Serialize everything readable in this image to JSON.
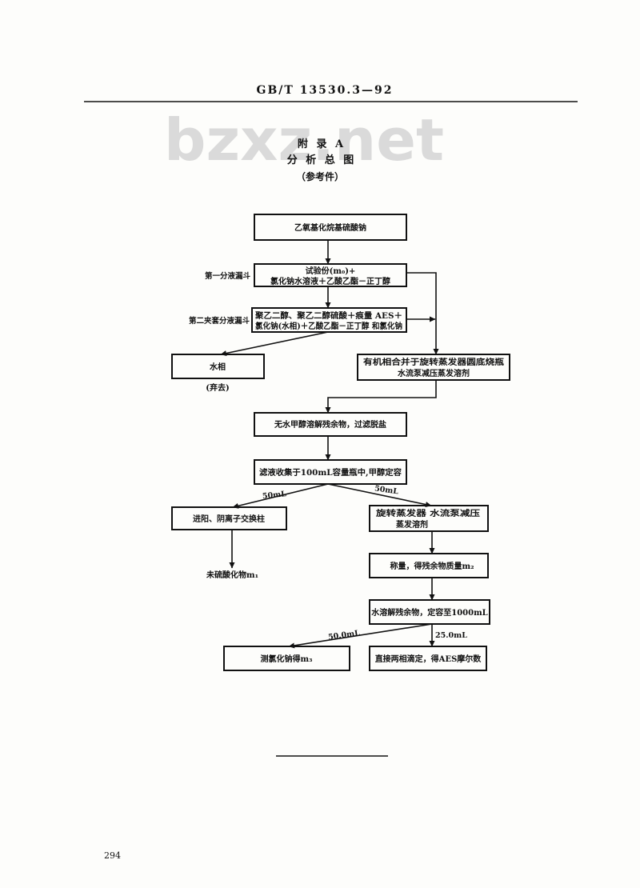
{
  "header": {
    "standard_code": "GB/T 13530.3—92"
  },
  "watermark": "bzxz.net",
  "appendix": {
    "title": "附 录 A",
    "subtitle": "分 析 总 图",
    "note": "（参考件）"
  },
  "flowchart": {
    "side_labels": {
      "first_funnel": "第一分液漏斗",
      "second_funnel": "第二夹套分液漏斗"
    },
    "nodes": {
      "sample": [
        "乙氧基化烷基硫酸钠"
      ],
      "first_extraction": [
        "试验份(m₀)+",
        "氯化钠水溶液＋乙酸乙酯－正丁醇"
      ],
      "second_extraction": [
        "聚乙二醇、聚乙二醇硫酸＋痕量 AES＋",
        "氯化钠(水相)＋乙酸乙酯－正丁醇 和氯化钠"
      ],
      "aqueous_phase": [
        "水相"
      ],
      "organic_phase": [
        "有机相合并于旋转蒸发器圆底烧瓶",
        "水流泵减压蒸发溶剂"
      ],
      "methanol_dissolve": [
        "无水甲醇溶解残余物，过滤脱盐"
      ],
      "filtrate": [
        "滤液收集于100mL容量瓶中,甲醇定容"
      ],
      "ion_exchange": [
        "进阳、阴离子交换柱"
      ],
      "rotary_evaporation": [
        "旋转蒸发器 水流泵减压",
        "蒸发溶剂"
      ],
      "weighing": [
        "称量，得残余物质量m₂"
      ],
      "water_dissolve": [
        "水溶解残余物，定容至1000mL"
      ],
      "sodium_chloride": [
        "测氯化钠得m₃"
      ],
      "titration": [
        "直接两相滴定，得AES摩尔数"
      ]
    },
    "annotations": {
      "discard": "(弃去)",
      "unsulfated": "未硫酸化物m₁"
    },
    "edge_labels": {
      "filtrate_left": "50mL",
      "filtrate_right": "50mL",
      "solution_left": "50.0mL",
      "solution_right": "25.0mL"
    }
  },
  "page_number": "294"
}
